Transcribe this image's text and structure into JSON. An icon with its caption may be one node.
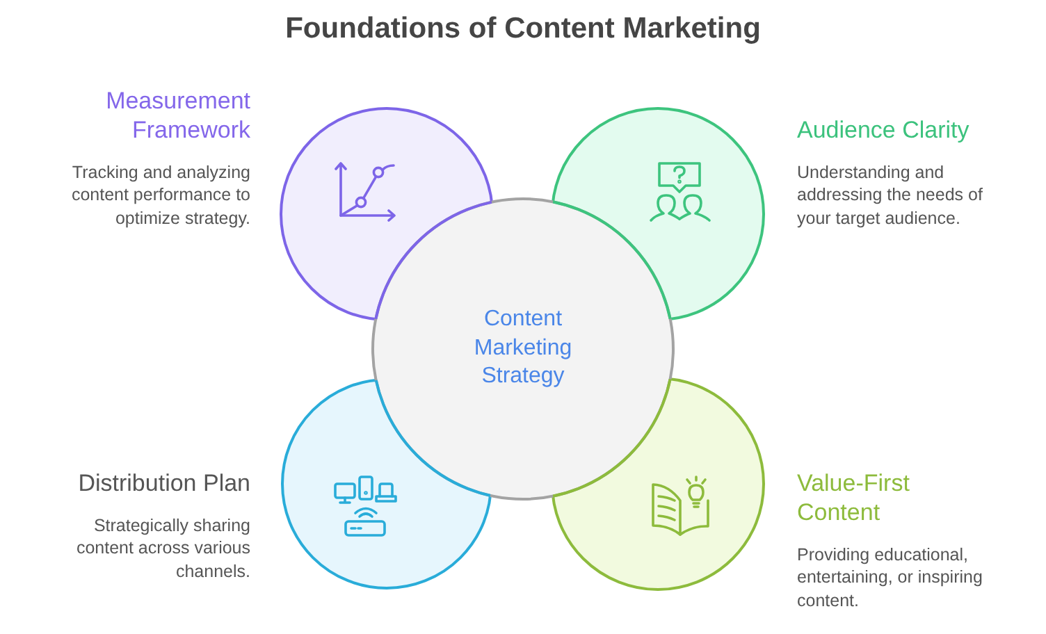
{
  "diagram": {
    "title": "Foundations of Content Marketing",
    "nodes": [
      {
        "text": [
          "Measurement Framework",
          "Tracking and analyzing content performance to optimize strategy."
        ]
      },
      {
        "text": [
          "Audience Clarity",
          "Understanding and addressing the needs of your target audience."
        ]
      },
      {
        "text": [
          "Content Marketing Strategy"
        ]
      },
      {
        "text": [
          "Distribution Plan",
          "Strategically sharing content across various channels."
        ]
      },
      {
        "text": [
          "Value-First Content",
          "Providing educational, entertaining, or inspiring content."
        ]
      }
    ]
  }
}
